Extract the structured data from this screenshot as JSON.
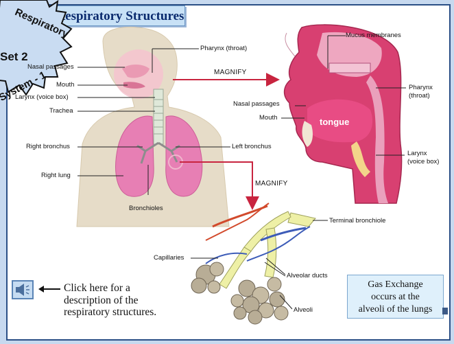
{
  "slide": {
    "title": "The Respiratory Structures",
    "badge_lines": [
      "Respiratory",
      "Set 2",
      "System - 1"
    ]
  },
  "labels": {
    "nasal_passages_left": "Nasal passages",
    "mouth_left": "Mouth",
    "larynx_left": "Larynx (voice box)",
    "trachea": "Trachea",
    "right_bronchus": "Right bronchus",
    "right_lung": "Right lung",
    "bronchioles": "Bronchioles",
    "pharynx_throat_top": "Pharynx (throat)",
    "left_bronchus": "Left bronchus",
    "magnify_1": "MAGNIFY",
    "magnify_2": "MAGNIFY",
    "mucus_membranes": "Mucus membranes",
    "nasal_passages_right": "Nasal passages",
    "pharynx_right_1": "Pharynx",
    "pharynx_right_2": "(throat)",
    "mouth_right": "Mouth",
    "tongue": "tongue",
    "larynx_right_1": "Larynx",
    "larynx_right_2": "(voice box)",
    "terminal_bronchiole": "Terminal bronchiole",
    "capillaries": "Capillaries",
    "alveolar_ducts": "Alveolar ducts",
    "alveoli": "Alveoli"
  },
  "description": {
    "line1": "Click here for a",
    "line2": "description of the",
    "line3": "respiratory structures."
  },
  "gas_exchange": {
    "line1": "Gas Exchange",
    "line2": "occurs at the",
    "line3": "alveoli of the lungs"
  },
  "colors": {
    "frame_border": "#2b4f86",
    "body_skin": "#e6dcc8",
    "lung_pink": "#e77fb4",
    "tissue_pink": "#e4437e",
    "airway_yellow": "#eef0a6",
    "vein_blue": "#3d5cb8",
    "artery_red": "#d24a2c",
    "arrow_red": "#c8243f"
  }
}
